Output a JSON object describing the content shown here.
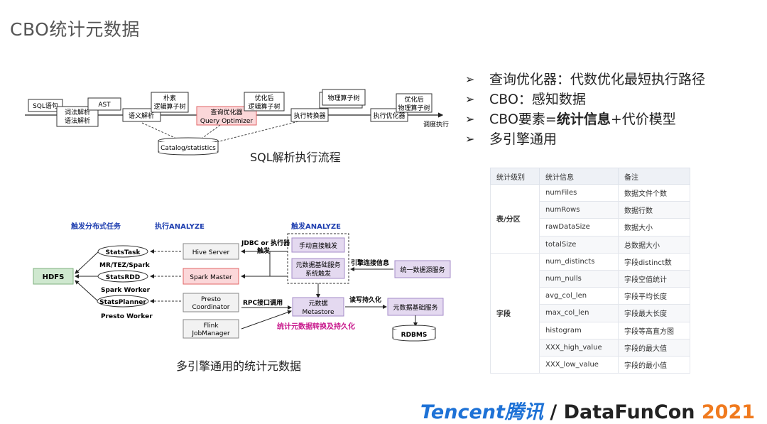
{
  "title": "CBO统计元数据",
  "flow": {
    "caption": "SQL解析执行流程",
    "boxes": {
      "sql": "SQL语句",
      "ast": "AST",
      "lexer": [
        "词法解析",
        "语法解析"
      ],
      "semantic": "语义解析",
      "logical": [
        "朴素",
        "逻辑算子树"
      ],
      "optimizer": [
        "查询优化器",
        "Query Optimizer"
      ],
      "opt_logical": [
        "优化后",
        "逻辑算子树"
      ],
      "converter": "执行转换器",
      "physical": "物理算子树",
      "exec_opt": "执行优化器",
      "opt_physical": [
        "优化后",
        "物理算子树"
      ],
      "schedule": "调度执行",
      "catalog": "Catalog/statistics"
    }
  },
  "arch": {
    "caption": "多引擎通用的统计元数据",
    "headers": {
      "dist": "触发分布式任务",
      "exec": "执行ANALYZE",
      "trigger": "触发ANALYZE"
    },
    "hdfs": "HDFS",
    "tasks": [
      {
        "name": "StatsTask",
        "label": "MR/TEZ/Spark"
      },
      {
        "name": "StatsRDD",
        "label": "Spark Worker"
      },
      {
        "name": "StatsPlanner",
        "label": "Presto Worker"
      }
    ],
    "engines": [
      "Hive Server",
      "Spark Master",
      "Presto Coordinator",
      "Flink JobManager"
    ],
    "jdbc_label": [
      "JDBC or 执行器",
      "触发"
    ],
    "rpc_label": "RPC接口调用",
    "manual": "手动直接触发",
    "auto": [
      "元数据基础服务",
      "系统触发"
    ],
    "engine_conn": "引擎连接信息",
    "unified": "统一数据源服务",
    "metastore": [
      "元数据",
      "Metastore"
    ],
    "persist": "读写持久化",
    "base_service": "元数据基础服务",
    "rdbms": "RDBMS",
    "convert_label": "统计元数据转换及持久化"
  },
  "bullets": [
    {
      "text": "查询优化器：代数优化最短执行路径"
    },
    {
      "text": "CBO：感知数据"
    },
    {
      "prefix": "CBO要素=",
      "bold": "统计信息",
      "suffix": "+代价模型"
    },
    {
      "text": "多引擎通用"
    }
  ],
  "table": {
    "headers": [
      "统计级别",
      "统计信息",
      "备注"
    ],
    "groups": [
      {
        "level": "表/分区",
        "rows": [
          [
            "numFiles",
            "数据文件个数"
          ],
          [
            "numRows",
            "数据行数"
          ],
          [
            "rawDataSize",
            "数据大小"
          ],
          [
            "totalSize",
            "总数据大小"
          ]
        ]
      },
      {
        "level": "字段",
        "rows": [
          [
            "num_distincts",
            "字段distinct数"
          ],
          [
            "num_nulls",
            "字段空值统计"
          ],
          [
            "avg_col_len",
            "字段平均长度"
          ],
          [
            "max_col_len",
            "字段最大长度"
          ],
          [
            "histogram",
            "字段等高直方图"
          ],
          [
            "XXX_high_value",
            "字段的最大值"
          ],
          [
            "XXX_low_value",
            "字段的最小值"
          ]
        ]
      }
    ]
  },
  "logo": {
    "tencent": "Tencent腾讯",
    "slash": " / ",
    "datafun": "DataFunCon ",
    "year": "2021"
  },
  "colors": {
    "optimizer_fill": "#fbd7d9",
    "optimizer_stroke": "#e06666",
    "hdfs_fill": "#cfe8cf",
    "purple_fill": "#e4d9f0",
    "blue_header": "#1f3fb0",
    "magenta_label": "#c8198c",
    "logo_blue": "#1e72d6",
    "logo_orange": "#f07a1e"
  }
}
